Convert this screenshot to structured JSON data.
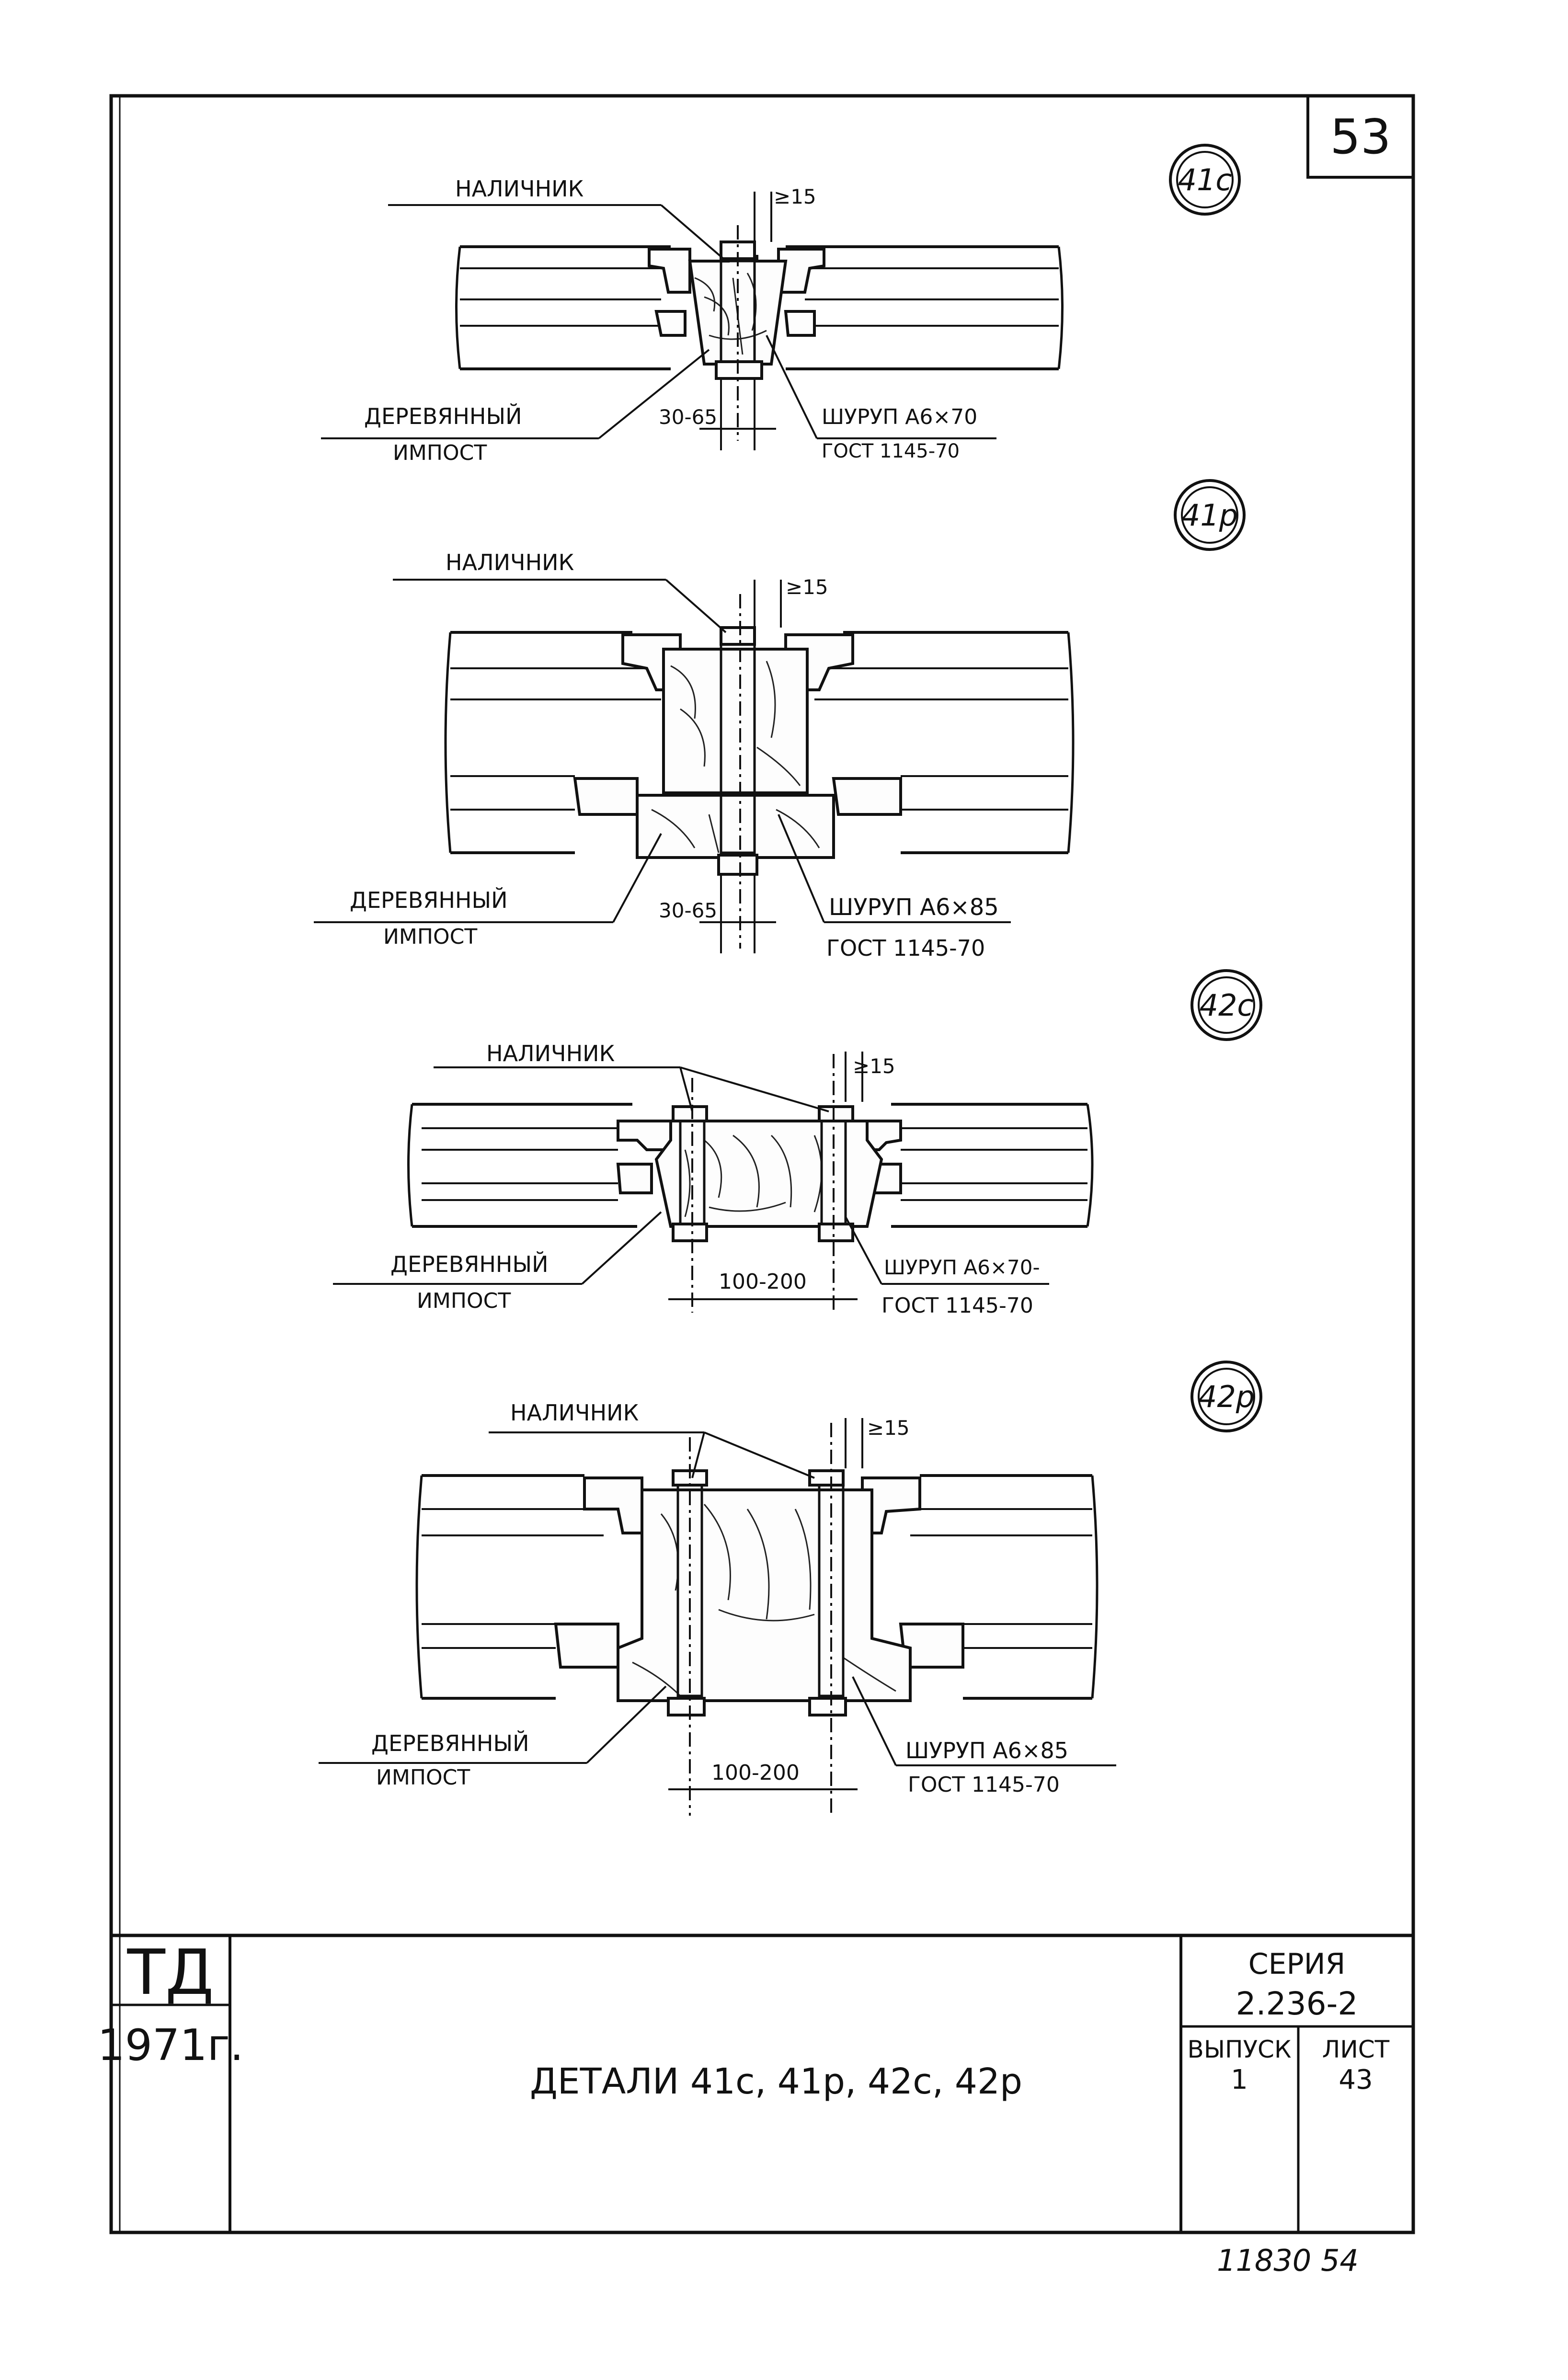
{
  "sheet_number": "53",
  "details": [
    {
      "marker": "41с",
      "label_top": "НАЛИЧНИК",
      "label_bottom_1": "ДЕРЕВЯННЫЙ",
      "label_bottom_2": "ИМПОСТ",
      "gap": "≥15",
      "width_dim": "30-65",
      "screw_1": "ШУРУП А6×70",
      "screw_2": "ГОСТ 1145-70"
    },
    {
      "marker": "41р",
      "label_top": "НАЛИЧНИК",
      "label_bottom_1": "ДЕРЕВЯННЫЙ",
      "label_bottom_2": "ИМПОСТ",
      "gap": "≥15",
      "width_dim": "30-65",
      "screw_1": "ШУРУП А6×85",
      "screw_2": "ГОСТ 1145-70"
    },
    {
      "marker": "42с",
      "label_top": "НАЛИЧНИК",
      "label_bottom_1": "ДЕРЕВЯННЫЙ",
      "label_bottom_2": "ИМПОСТ",
      "gap": "≥15",
      "width_dim": "100-200",
      "screw_1": "ШУРУП А6×70-",
      "screw_2": "ГОСТ 1145-70"
    },
    {
      "marker": "42р",
      "label_top": "НАЛИЧНИК",
      "label_bottom_1": "ДЕРЕВЯННЫЙ",
      "label_bottom_2": "ИМПОСТ",
      "gap": "≥15",
      "width_dim": "100-200",
      "screw_1": "ШУРУП А6×85",
      "screw_2": "ГОСТ 1145-70"
    }
  ],
  "title_block": {
    "org": "ТД",
    "year": "1971г.",
    "title": "ДЕТАЛИ 41с, 41р, 42с, 42р",
    "series_label": "СЕРИЯ",
    "series_value": "2.236-2",
    "issue_label": "ВЫПУСК",
    "issue_value": "1",
    "sheet_label": "ЛИСТ",
    "sheet_value": "43"
  },
  "footer_note": "11830 54"
}
